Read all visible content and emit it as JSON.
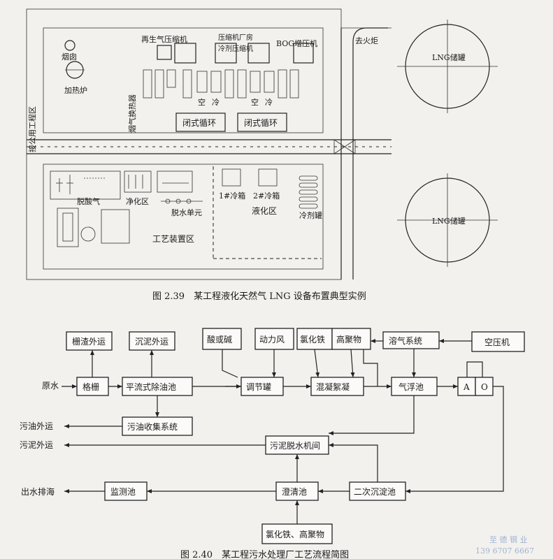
{
  "figure1": {
    "caption": "图 2.39　某工程液化天然气 LNG 设备布置典型实例",
    "labels": {
      "chimney": "烟囱",
      "heater": "加热炉",
      "public_area": "接公用工程区",
      "flue_hx": "烟气换热器",
      "regen_comp": "再生气压缩机",
      "comp_room": "压缩机厂房",
      "refrig_comp": "冷剂压缩机",
      "bog_comp": "BOG增压机",
      "flare": "去火炬",
      "tank_top": "LNG储罐",
      "tank_bottom": "LNG储罐",
      "closed_loop_1": "闭式循环",
      "closed_loop_2": "闭式循环",
      "air": "空",
      "cold": "冷",
      "deacid": "脱酸气",
      "purify": "净化区",
      "dehydrate": "脱水单元",
      "coldbox_1": "1#冷箱",
      "coldbox_2": "2#冷箱",
      "refrig_tank": "冷剂罐",
      "liquefaction": "液化区",
      "process_area": "工艺装置区"
    }
  },
  "figure2": {
    "caption": "图 2.40　某工程污水处理厂工艺流程简图",
    "nodes": {
      "grid_waste": "栅渣外运",
      "sludge_out_top": "沉泥外运",
      "acid_base": "酸或碱",
      "power_air": "动力风",
      "ferric_chloride": "氯化铁",
      "polymer": "高聚物",
      "dissolved_air": "溶气系统",
      "air_compressor": "空压机",
      "raw_water": "原水",
      "grille": "格栅",
      "oil_sep": "平流式除油池",
      "equalization": "调节罐",
      "coag_floc": "混凝絮凝",
      "flotation": "气浮池",
      "a_tank": "A",
      "o_tank": "O",
      "oil_out": "污油外运",
      "oil_collect": "污油收集系统",
      "sludge_out": "污泥外运",
      "sludge_dewater": "污泥脱水机间",
      "discharge": "出水排海",
      "monitor": "监测池",
      "clarifier": "澄清池",
      "secondary": "二次沉淀池",
      "bottom_chem": "氯化铁、高聚物"
    }
  },
  "watermark": {
    "line1": "至 德 钢 业",
    "line2": "139 6707 6667"
  }
}
